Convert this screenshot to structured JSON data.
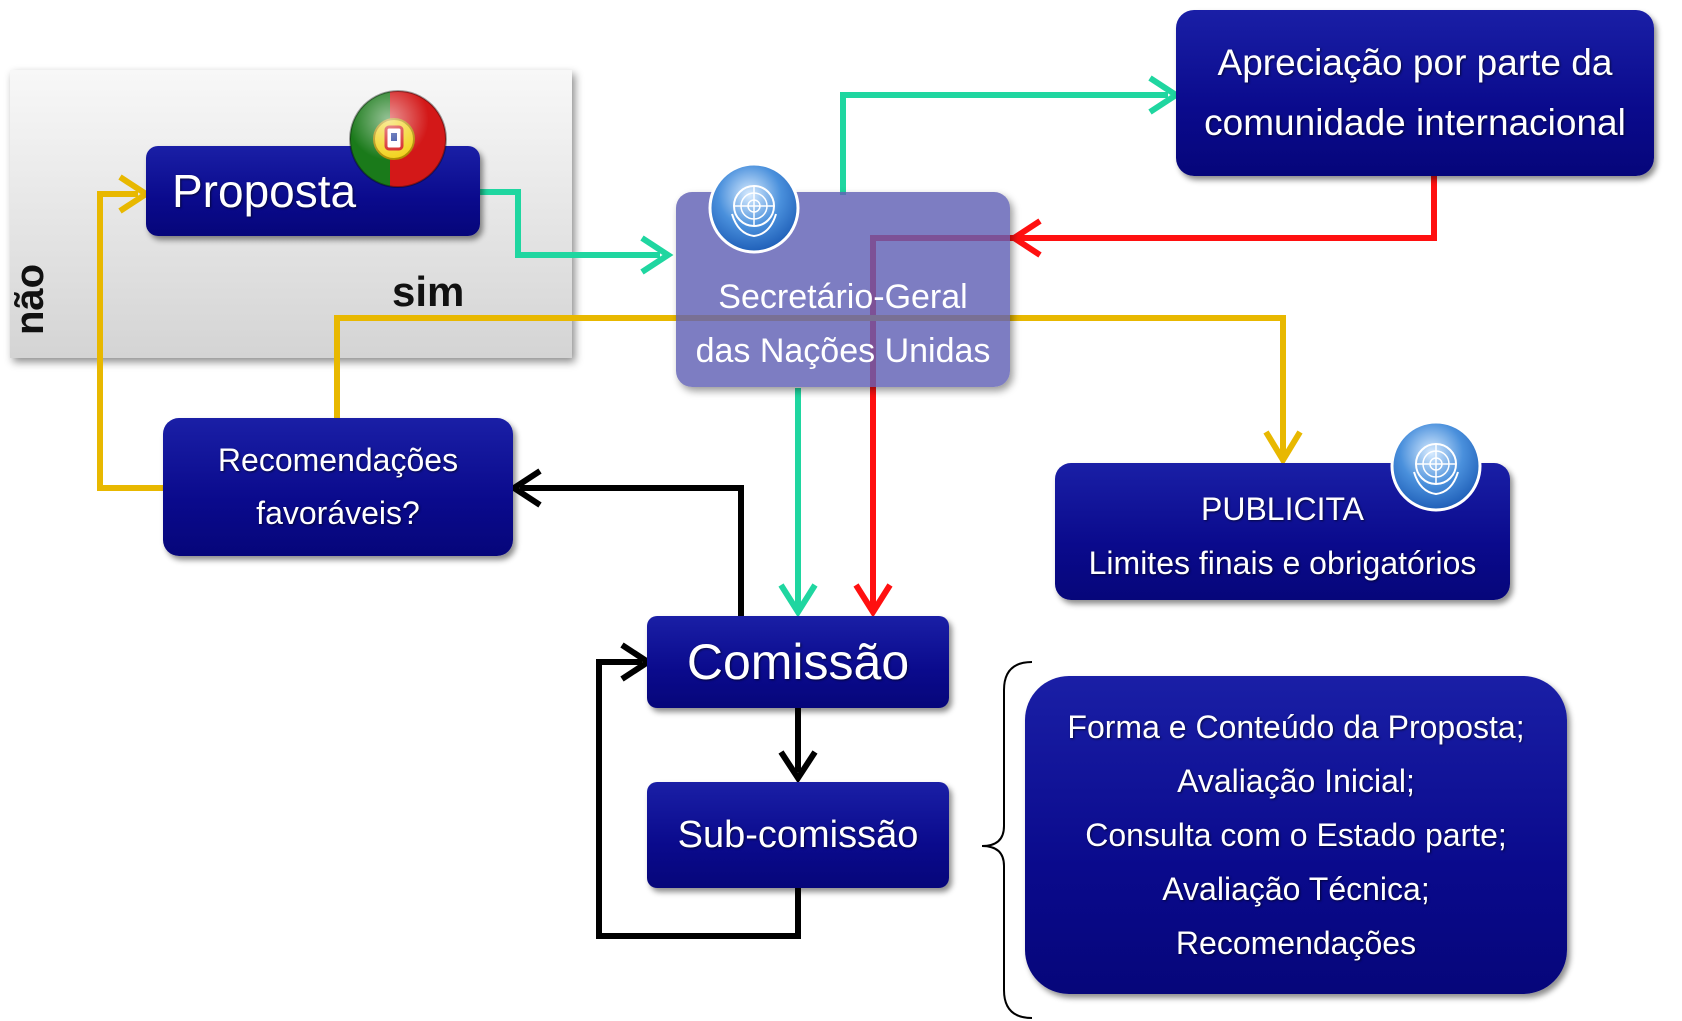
{
  "panel": {
    "label_nao": "não",
    "label_sim": "sim"
  },
  "proposta": {
    "label": "Proposta",
    "flag_icon": "portugal-flag-icon"
  },
  "secretario": {
    "lines": [
      "Secretário-Geral",
      "das Nações Unidas"
    ],
    "icon": "un-emblem-icon"
  },
  "apreciacao": {
    "lines": [
      "Apreciação por parte da",
      "comunidade internacional"
    ]
  },
  "recomendacoes": {
    "lines": [
      "Recomendações",
      "favoráveis?"
    ]
  },
  "publicita": {
    "lines": [
      "PUBLICITA",
      "Limites finais e obrigatórios"
    ],
    "icon": "un-emblem-icon"
  },
  "comissao": {
    "label": "Comissão"
  },
  "subcomissao": {
    "label": "Sub-comissão"
  },
  "tarefas": {
    "lines": [
      "Forma e Conteúdo da Proposta;",
      "Avaliação Inicial;",
      "Consulta com o Estado parte;",
      "Avaliação Técnica;",
      "Recomendações"
    ]
  },
  "colors": {
    "box": "#0a0a8c",
    "green": "#1fd6a0",
    "red": "#ff1010",
    "yellow": "#e8b800",
    "black": "#000000"
  }
}
